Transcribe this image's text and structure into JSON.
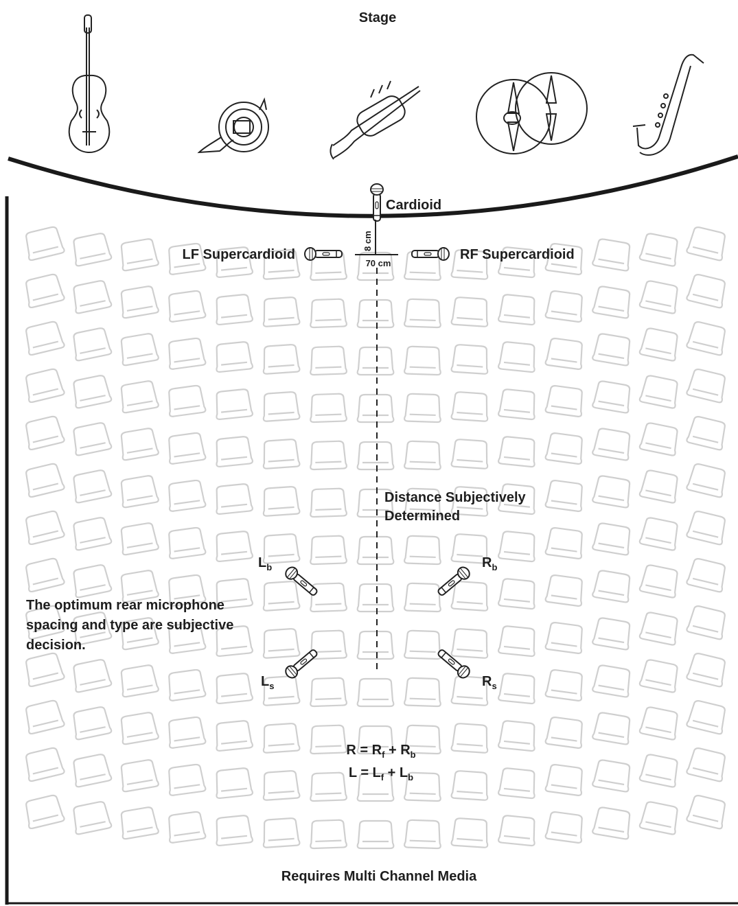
{
  "stage_label": "Stage",
  "instruments": [
    {
      "name": "violin-icon"
    },
    {
      "name": "french-horn-icon"
    },
    {
      "name": "trumpet-icon"
    },
    {
      "name": "cymbals-icon"
    },
    {
      "name": "saxophone-icon"
    }
  ],
  "mics": {
    "center": "Cardioid",
    "left_front": "LF Supercardioid",
    "right_front": "RF Supercardioid",
    "gap_vertical": "8 cm",
    "gap_horizontal": "70 cm",
    "left_back": {
      "base": "L",
      "sub": "b"
    },
    "right_back": {
      "base": "R",
      "sub": "b"
    },
    "left_surround": {
      "base": "L",
      "sub": "s"
    },
    "right_surround": {
      "base": "R",
      "sub": "s"
    }
  },
  "distance_note": {
    "line1": "Distance Subjectively",
    "line2": "Determined"
  },
  "rear_note": {
    "line1": "The optimum rear microphone",
    "line2": "spacing and type are subjective",
    "line3": "decision."
  },
  "formula": {
    "r": {
      "lhs": "R = R",
      "sub1": "f",
      "mid": " + R",
      "sub2": "b"
    },
    "l": {
      "lhs": "L = L",
      "sub1": "f",
      "mid": " + L",
      "sub2": "b"
    }
  },
  "footer": "Requires Multi Channel Media"
}
